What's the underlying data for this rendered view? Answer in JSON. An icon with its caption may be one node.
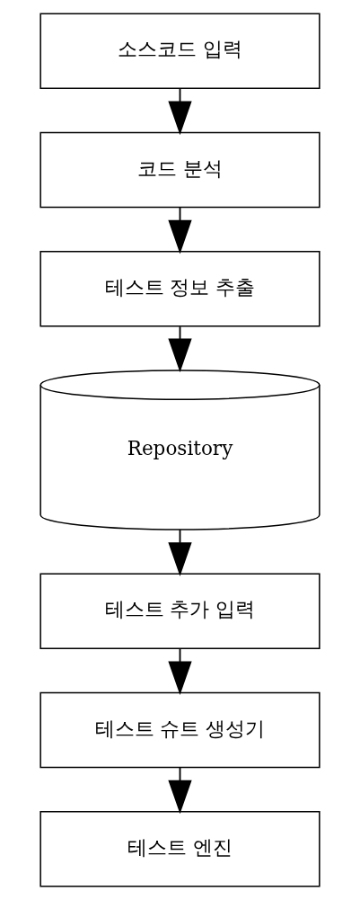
{
  "diagram": {
    "nodes": [
      {
        "text": [
          "소스코드 입력"
        ]
      },
      {
        "text": [
          "코드 분석"
        ]
      },
      {
        "text": [
          "테스트 정보 추출"
        ]
      },
      {
        "text": [
          "Repository"
        ]
      },
      {
        "text": [
          "테스트 추가 입력"
        ]
      },
      {
        "text": [
          "테스트 슈트 생성기"
        ]
      },
      {
        "text": [
          "테스트 엔진"
        ]
      }
    ],
    "edges": [
      {
        "from": 0,
        "to": 1,
        "arrow": "to"
      },
      {
        "from": 1,
        "to": 2,
        "arrow": "to"
      },
      {
        "from": 2,
        "to": 3,
        "arrow": "to"
      },
      {
        "from": 3,
        "to": 4,
        "arrow": "to"
      },
      {
        "from": 4,
        "to": 5,
        "arrow": "to"
      },
      {
        "from": 5,
        "to": 6,
        "arrow": "to"
      }
    ]
  }
}
